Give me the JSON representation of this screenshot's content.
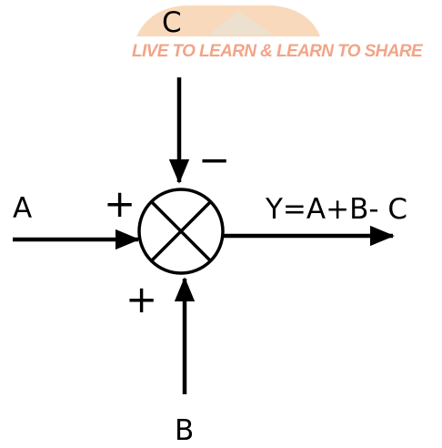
{
  "watermark": {
    "text": "LIVE TO LEARN & LEARN TO SHARE",
    "color": "#f2a488",
    "badge_color": "#f4b87c"
  },
  "inputs": {
    "a": {
      "name": "A",
      "sign": "+"
    },
    "b": {
      "name": "B",
      "sign": "+"
    },
    "c": {
      "name": "C",
      "sign": "−"
    }
  },
  "output": {
    "expression": "Y=A+B- C"
  },
  "summing_junction": {
    "symbol": "circle-with-x",
    "color": "#000000"
  }
}
